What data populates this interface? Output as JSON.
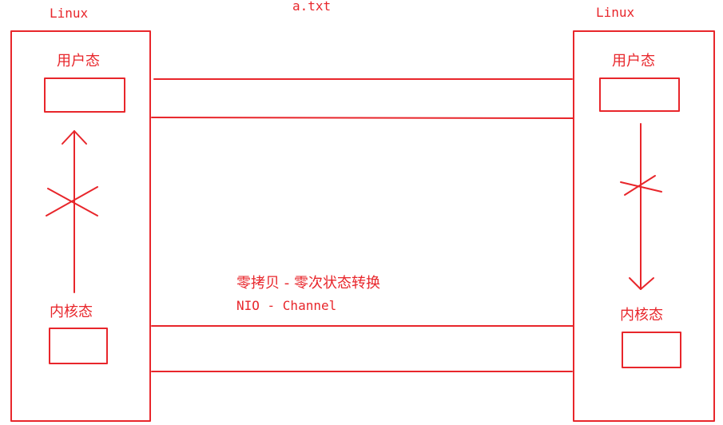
{
  "colors": {
    "ink": "#e8262b",
    "background": "#ffffff"
  },
  "left_machine": {
    "os_label": "Linux",
    "user_mode_label": "用户态",
    "kernel_mode_label": "内核态"
  },
  "right_machine": {
    "os_label": "Linux",
    "user_mode_label": "用户态",
    "kernel_mode_label": "内核态"
  },
  "file_label": "a.txt",
  "notes": {
    "zero_copy": "零拷贝 - 零次状态转换",
    "nio": "NIO - Channel"
  }
}
